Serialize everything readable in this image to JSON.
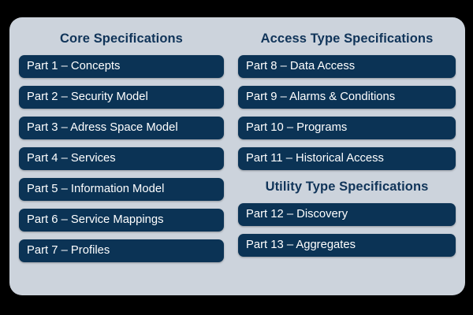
{
  "theme": {
    "page_background": "#000000",
    "panel_background": "#ccd3dc",
    "item_background": "#0b3355",
    "item_text_color": "#ffffff",
    "title_color": "#103459"
  },
  "panel": {
    "left_column": {
      "title": "Core Specifications",
      "items": [
        {
          "label": "Part 1 – Concepts"
        },
        {
          "label": "Part 2 – Security Model"
        },
        {
          "label": "Part 3 – Adress Space Model"
        },
        {
          "label": "Part 4 – Services"
        },
        {
          "label": "Part 5 – Information Model"
        },
        {
          "label": "Part 6 – Service Mappings"
        },
        {
          "label": "Part 7 – Profiles"
        }
      ]
    },
    "right_column": {
      "sections": [
        {
          "title": "Access Type Specifications",
          "items": [
            {
              "label": "Part 8 – Data Access"
            },
            {
              "label": "Part 9 – Alarms & Conditions"
            },
            {
              "label": "Part 10 – Programs"
            },
            {
              "label": "Part 11 – Historical Access"
            }
          ]
        },
        {
          "title": "Utility Type Specifications",
          "items": [
            {
              "label": "Part 12 – Discovery"
            },
            {
              "label": "Part 13 – Aggregates"
            }
          ]
        }
      ]
    }
  }
}
